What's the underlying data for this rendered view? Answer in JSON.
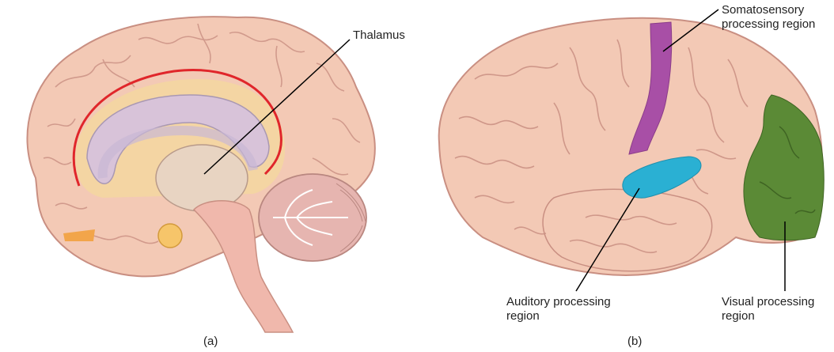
{
  "panels": [
    {
      "caption": "(a)",
      "labels": {
        "thalamus": "Thalamus"
      }
    },
    {
      "caption": "(b)",
      "labels": {
        "somatosensory": "Somatosensory\nprocessing region",
        "auditory": "Auditory processing\nregion",
        "visual": "Visual processing\nregion"
      }
    }
  ],
  "colors": {
    "brain_tissue": "#f3c9b5",
    "brain_outline": "#c98f82",
    "highlight_curve": "#e0262b",
    "somatosensory_region": "#a84fa6",
    "auditory_region": "#2ab0d3",
    "visual_region": "#5b8a36",
    "cerebellum": "#e6b5b0",
    "thalamus_region": "#e8d4c2"
  }
}
